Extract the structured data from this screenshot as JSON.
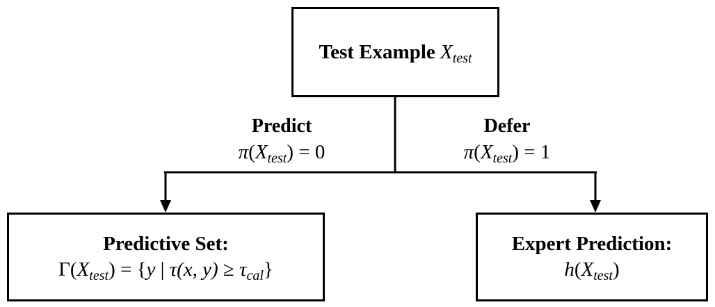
{
  "nodes": {
    "root": {
      "title": "Test Example",
      "var": "X",
      "var_sub": "test"
    },
    "left": {
      "title": "Predictive Set:",
      "formula": {
        "fn": "Γ",
        "arg": "X",
        "arg_sub": "test",
        "eq": "= {",
        "y": "y",
        "bar": "|",
        "tau": "τ",
        "args": "(x, y)",
        "ge": "≥",
        "tau2": "τ",
        "tau2_sub": "cal",
        "close": "}"
      }
    },
    "right": {
      "title": "Expert Prediction:",
      "formula": {
        "fn": "h",
        "arg": "X",
        "arg_sub": "test"
      }
    }
  },
  "edges": {
    "left": {
      "label": "Predict",
      "fn": "π",
      "arg": "X",
      "arg_sub": "test",
      "rhs": "= 0"
    },
    "right": {
      "label": "Defer",
      "fn": "π",
      "arg": "X",
      "arg_sub": "test",
      "rhs": "= 1"
    }
  }
}
